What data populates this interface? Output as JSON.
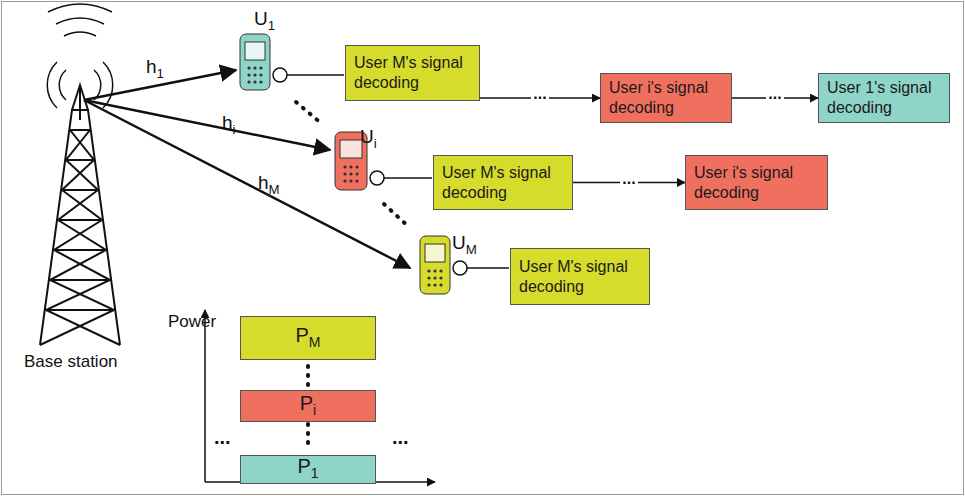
{
  "diagram": {
    "nodes": [
      {
        "text": [
          "User M's signal decoding"
        ]
      },
      {
        "text": [
          "User i's signal decoding"
        ]
      },
      {
        "text": [
          "User 1's signal decoding"
        ]
      },
      {
        "text": [
          "User M's signal decoding"
        ]
      },
      {
        "text": [
          "User i's signal decoding"
        ]
      },
      {
        "text": [
          "User M's signal decoding"
        ]
      },
      {
        "text": [
          "PM"
        ]
      },
      {
        "text": [
          "Pi"
        ]
      },
      {
        "text": [
          "P1"
        ]
      }
    ],
    "edges": [
      {
        "from": 0,
        "to": 1,
        "label": "...",
        "arrow": "to"
      },
      {
        "from": 1,
        "to": 2,
        "label": "...",
        "arrow": "to"
      },
      {
        "from": 3,
        "to": 4,
        "label": "...",
        "arrow": "to"
      }
    ],
    "labels": [
      "h1",
      "hi",
      "hM",
      "U1",
      "Ui",
      "UM",
      "Base station",
      "Power",
      "...",
      "..."
    ]
  }
}
